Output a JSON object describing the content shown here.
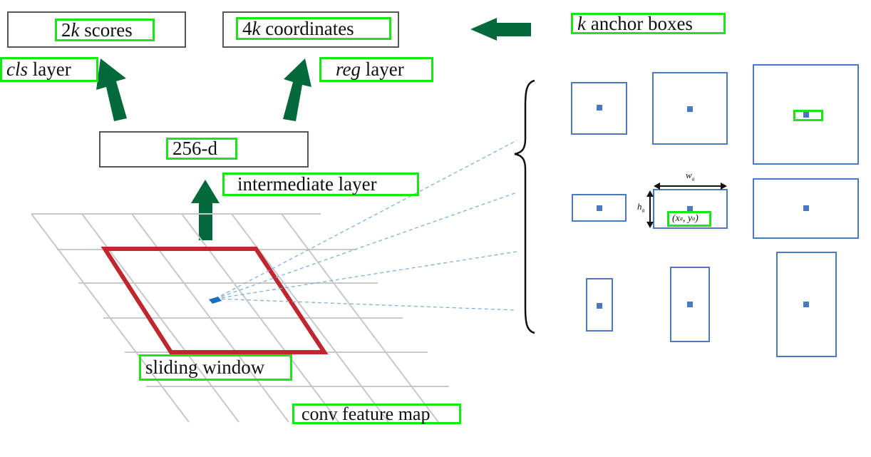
{
  "top_boxes": {
    "scores": {
      "italic": "k",
      "prefix": "2",
      "suffix": " scores"
    },
    "coords": {
      "italic": "k",
      "prefix": "4",
      "suffix": " coordinates"
    }
  },
  "layers": {
    "cls": {
      "italic": "cls",
      "rest": " layer"
    },
    "reg": {
      "italic": "reg",
      "rest": " layer"
    },
    "intermediate": "intermediate layer",
    "d256": "256-d"
  },
  "anchor_title": {
    "italic": "k",
    "rest": " anchor boxes"
  },
  "labels": {
    "sliding_window": "sliding window",
    "feature_map": "conv feature map"
  },
  "anchor_annotations": {
    "w": "w",
    "w_sub": "a",
    "h": "h",
    "h_sub": "a",
    "center": "(x",
    "center_sub1": "a",
    "center_mid": ", y",
    "center_sub2": "a",
    "center_end": ")"
  },
  "colors": {
    "arrow": "#04693a",
    "window": "#c0262e",
    "anchor": "#4a78c2",
    "grid": "#c8c8c8",
    "label_border": "#19e619"
  }
}
